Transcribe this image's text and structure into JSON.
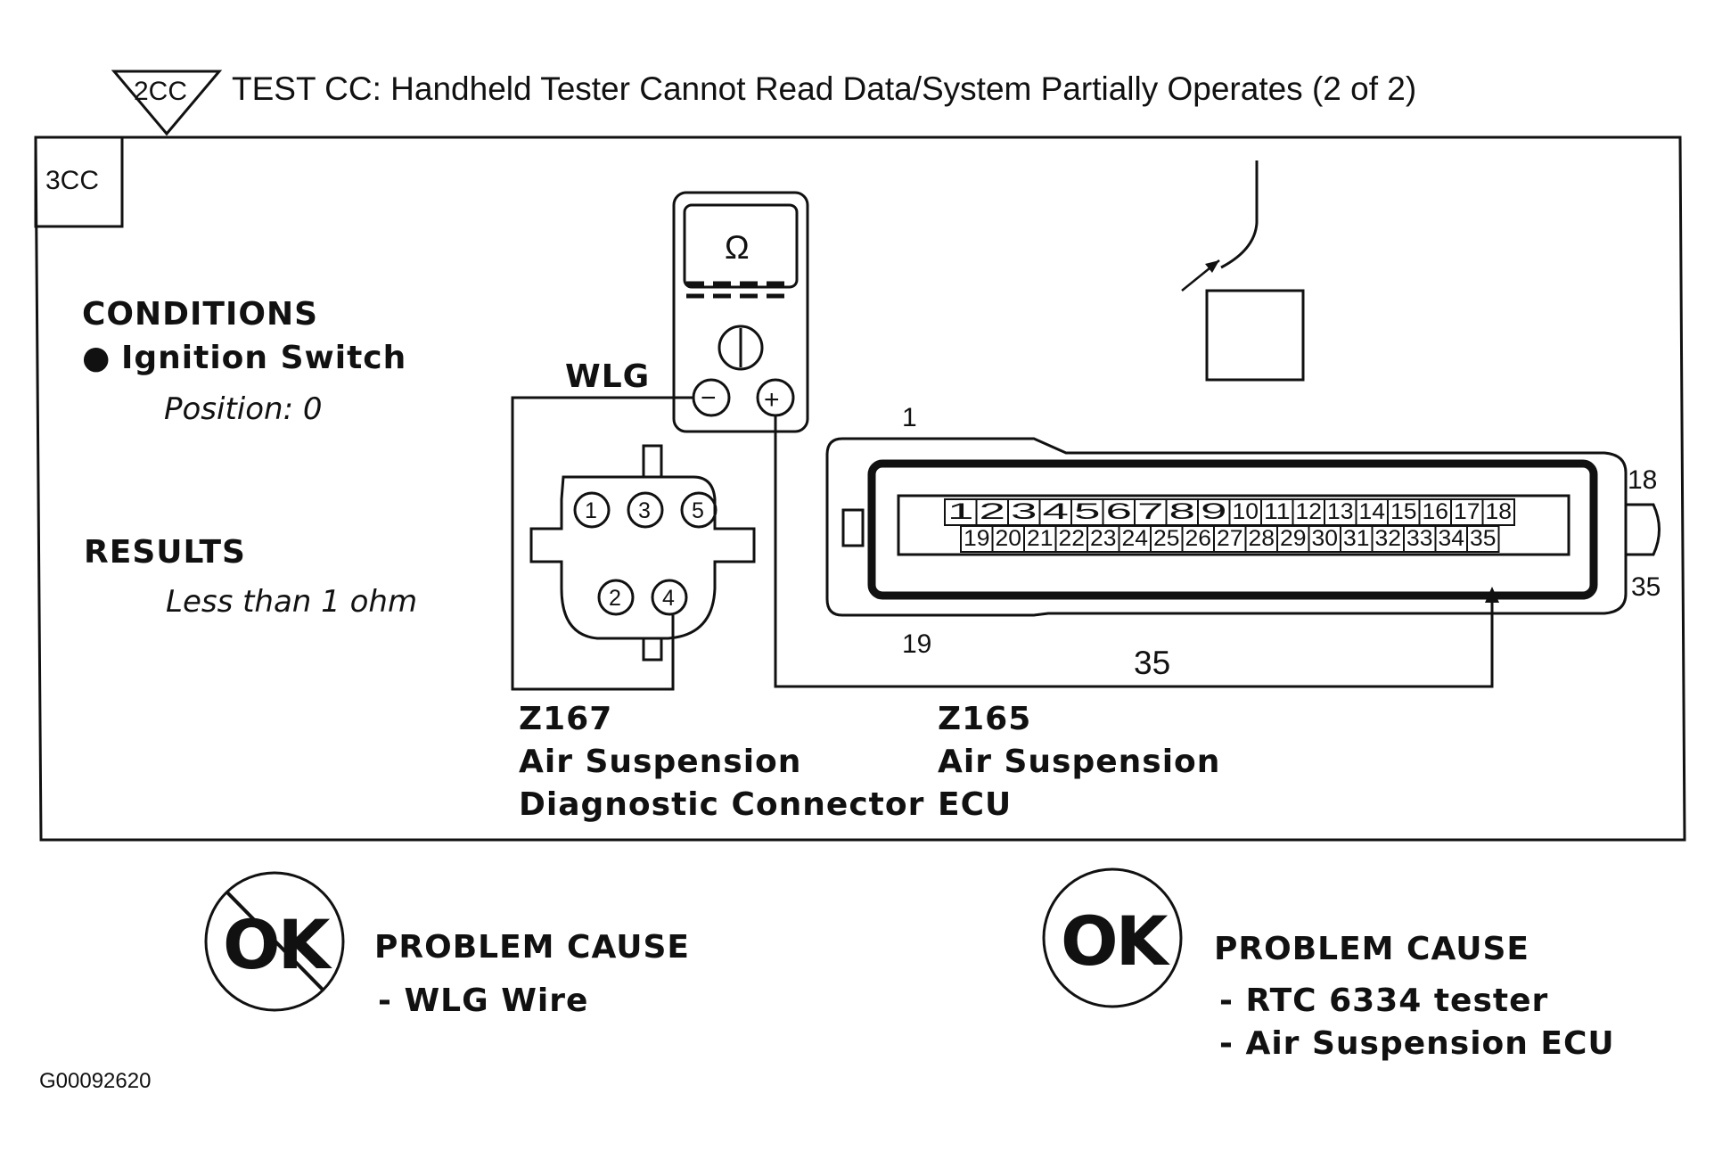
{
  "header": {
    "step_badge": "2CC",
    "title": "TEST CC: Handheld Tester Cannot Read Data/System Partially Operates (2 of 2)"
  },
  "panel": {
    "step_label": "3CC",
    "conditions_heading": "CONDITIONS",
    "condition_bullet": "●",
    "condition_item": "Ignition Switch",
    "condition_detail": "Position: 0",
    "results_heading": "RESULTS",
    "results_detail": "Less than 1 ohm"
  },
  "meter": {
    "unit_symbol": "Ω",
    "negative_lead_label": "WLG",
    "negative_symbol": "−",
    "positive_symbol": "+"
  },
  "diag_connector": {
    "pins_top": [
      "1",
      "3",
      "5"
    ],
    "pins_bottom": [
      "2",
      "4"
    ],
    "code": "Z167",
    "name_line1": "Air Suspension",
    "name_line2": "Diagnostic Connector"
  },
  "ecu_connector": {
    "row1_pins": [
      "1",
      "2",
      "3",
      "4",
      "5",
      "6",
      "7",
      "8",
      "9",
      "10",
      "11",
      "12",
      "13",
      "14",
      "15",
      "16",
      "17",
      "18"
    ],
    "row2_pins": [
      "19",
      "20",
      "21",
      "22",
      "23",
      "24",
      "25",
      "26",
      "27",
      "28",
      "29",
      "30",
      "31",
      "32",
      "33",
      "34",
      "35"
    ],
    "label_top_left": "1",
    "label_bottom_left": "19",
    "label_top_right": "18",
    "label_bottom_right": "35",
    "wire_label": "35",
    "code": "Z165",
    "name_line1": "Air Suspension",
    "name_line2": "ECU"
  },
  "outcomes": [
    {
      "symbol": "OK",
      "state": "not ok",
      "heading": "PROBLEM CAUSE",
      "causes": [
        "- WLG Wire"
      ]
    },
    {
      "symbol": "OK",
      "state": "ok",
      "heading": "PROBLEM CAUSE",
      "causes": [
        "- RTC 6334 tester",
        "- Air Suspension ECU"
      ]
    }
  ],
  "figure_id": "G00092620"
}
